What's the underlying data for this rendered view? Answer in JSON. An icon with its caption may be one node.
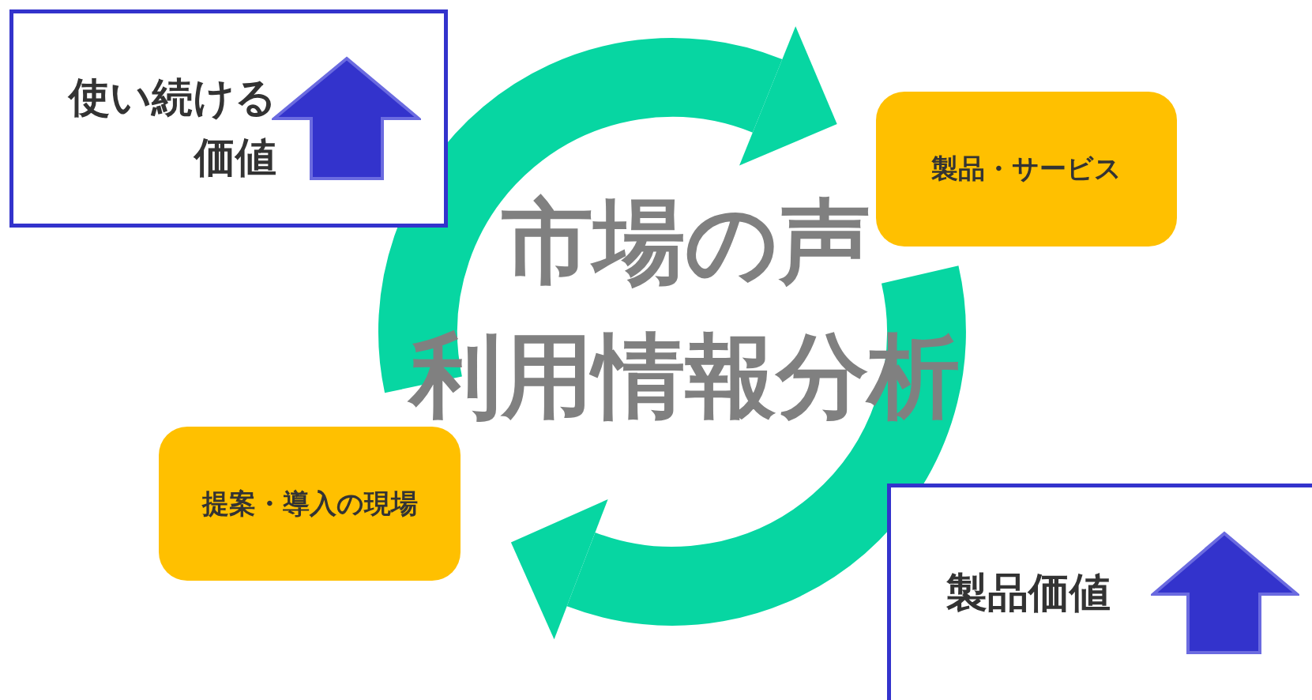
{
  "diagram": {
    "nodes": [
      {
        "text": [
          "使い続ける価値"
        ]
      },
      {
        "text": [
          "製品・サービス"
        ]
      },
      {
        "text": [
          "提案・導入の現場"
        ]
      },
      {
        "text": [
          "製品価値"
        ]
      }
    ],
    "edges": [
      {
        "from": 2,
        "to": 1,
        "arrow": "to"
      },
      {
        "from": 1,
        "to": 2,
        "arrow": "to"
      }
    ],
    "labels": [
      "市場の声",
      "利用情報分析"
    ]
  }
}
